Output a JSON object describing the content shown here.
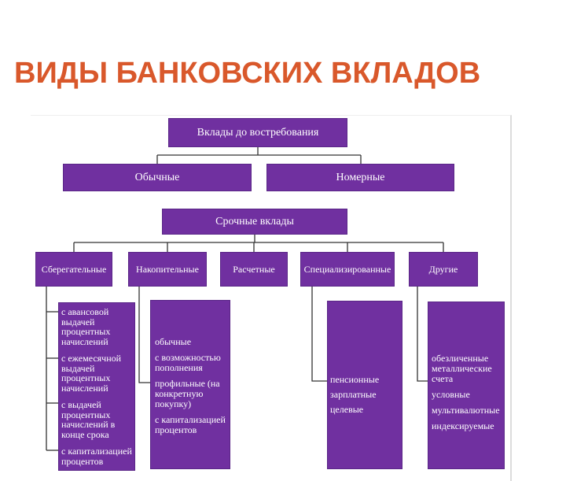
{
  "title": "ВИДЫ БАНКОВСКИХ ВКЛАДОВ",
  "colors": {
    "title": "#D9582B",
    "box": "#7030A0",
    "box_text": "#FFFFFF",
    "connector": "#333333"
  },
  "demand_deposits": {
    "label": "Вклады до востребования",
    "types": [
      "Обычные",
      "Номерные"
    ]
  },
  "term_deposits": {
    "label": "Срочные вклады",
    "categories": [
      {
        "label": "Сберегательные",
        "items": [
          "с авансовой выдачей процентных начислений",
          "с ежемесячной выдачей процентных начислений",
          "с выдачей процентных начислений в конце срока",
          "с капитализацией процентов"
        ]
      },
      {
        "label": "Накопительные",
        "items": [
          "обычные",
          "с возможностью пополнения",
          "профильные (на конкретную покупку)",
          "с капитализацией процентов"
        ]
      },
      {
        "label": "Расчетные",
        "items": []
      },
      {
        "label": "Специализированные",
        "items": [
          "пенсионные",
          "зарплатные",
          "целевые"
        ]
      },
      {
        "label": "Другие",
        "items": [
          "обезличенные металлические счета",
          "условные",
          "мультивалютные",
          "индексируемые"
        ]
      }
    ]
  }
}
